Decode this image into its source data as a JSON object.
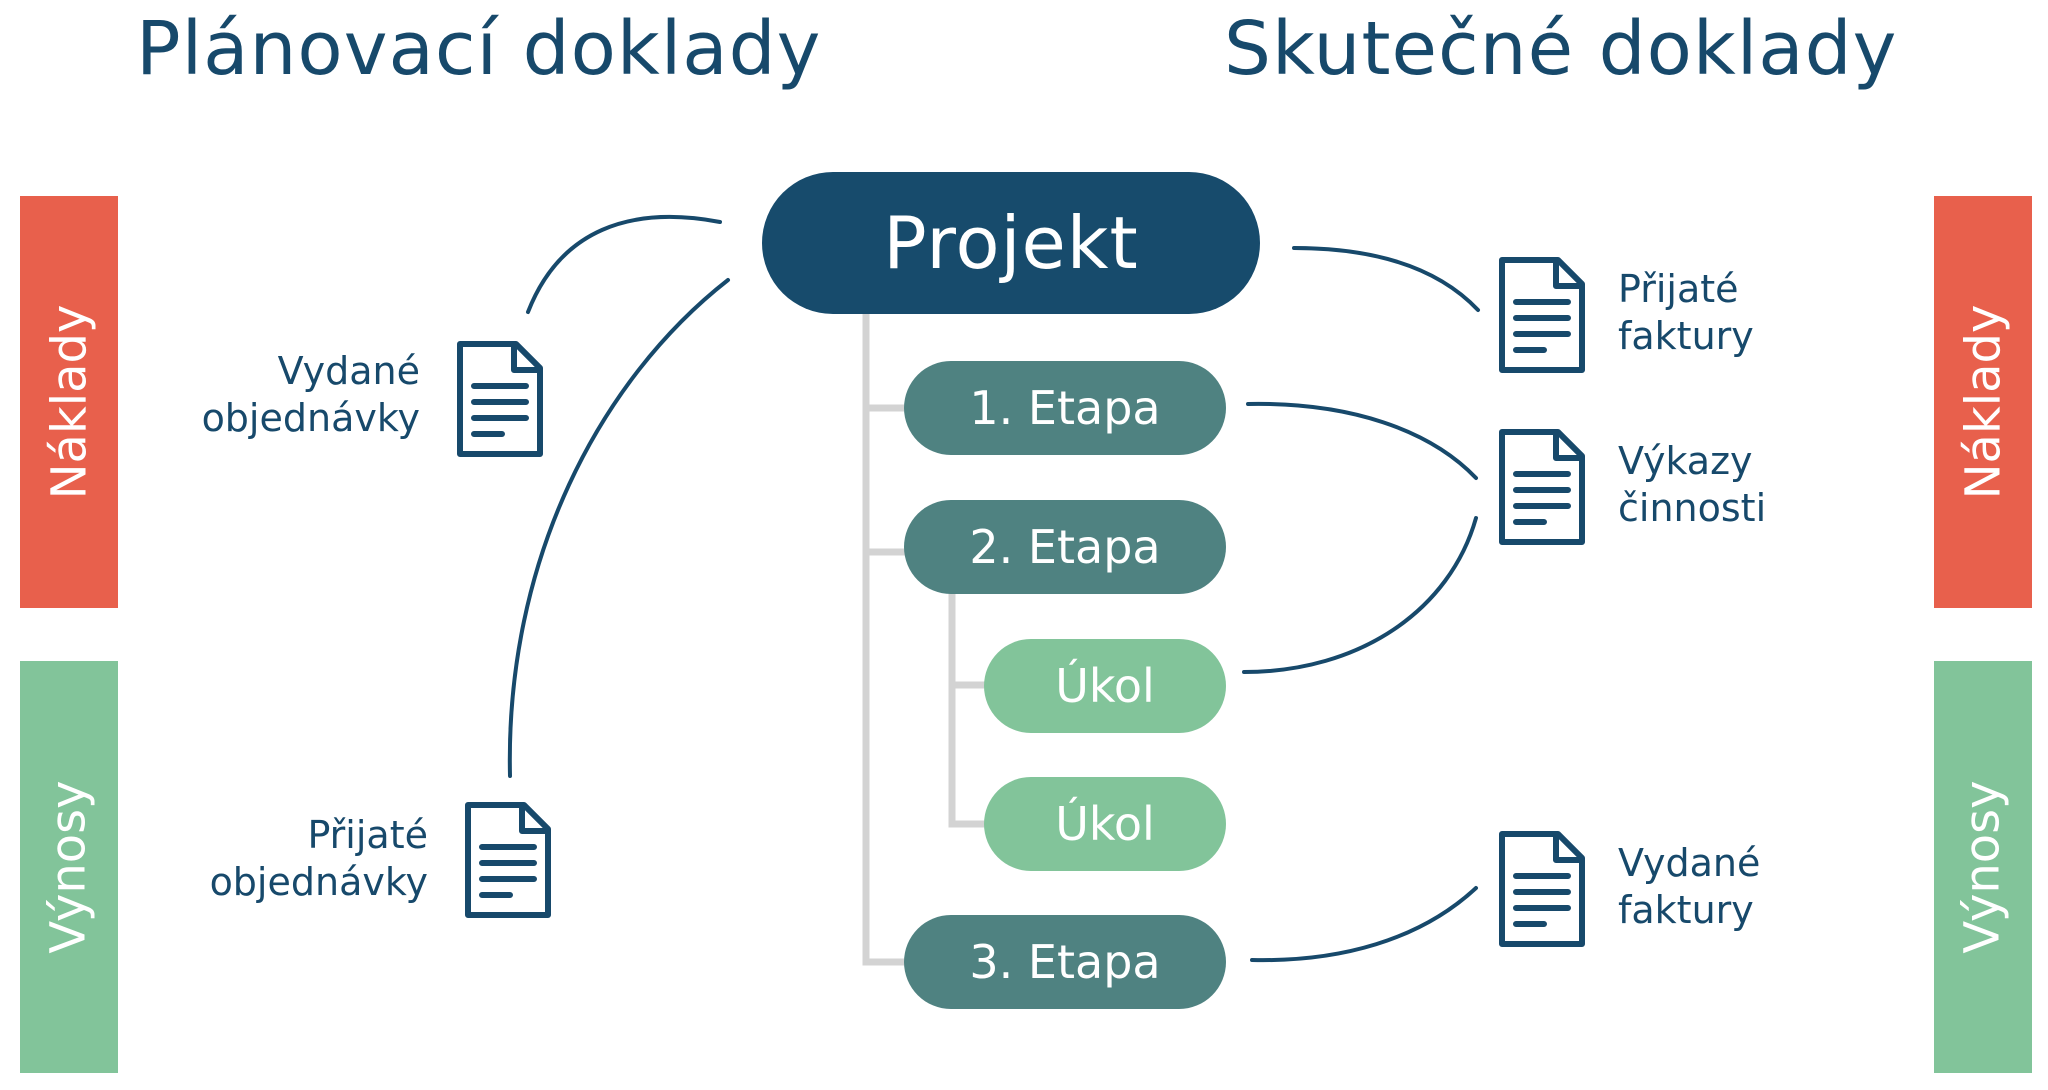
{
  "headings": {
    "planned": "Plánovací doklady",
    "actual": "Skutečné doklady"
  },
  "side_bars": {
    "costs": "Náklady",
    "revenues": "Výnosy"
  },
  "hierarchy": {
    "project": "Projekt",
    "stage_1": "1. Etapa",
    "stage_2": "2. Etapa",
    "task_1": "Úkol",
    "task_2": "Úkol",
    "stage_3": "3. Etapa"
  },
  "documents": {
    "issued_orders": {
      "line1": "Vydané",
      "line2": "objednávky",
      "icon": "document-icon"
    },
    "received_orders": {
      "line1": "Přijaté",
      "line2": "objednávky",
      "icon": "document-icon"
    },
    "received_invoices": {
      "line1": "Přijaté",
      "line2": "faktury",
      "icon": "document-icon"
    },
    "work_reports": {
      "line1": "Výkazy",
      "line2": "činnosti",
      "icon": "document-icon"
    },
    "issued_invoices": {
      "line1": "Vydané",
      "line2": "faktury",
      "icon": "document-icon"
    }
  },
  "colors": {
    "navy": "#174b6c",
    "teal": "#4f8281",
    "green": "#82c49a",
    "red": "#e8604c",
    "tree_line": "#d3d3d3",
    "text": "#17496b"
  }
}
